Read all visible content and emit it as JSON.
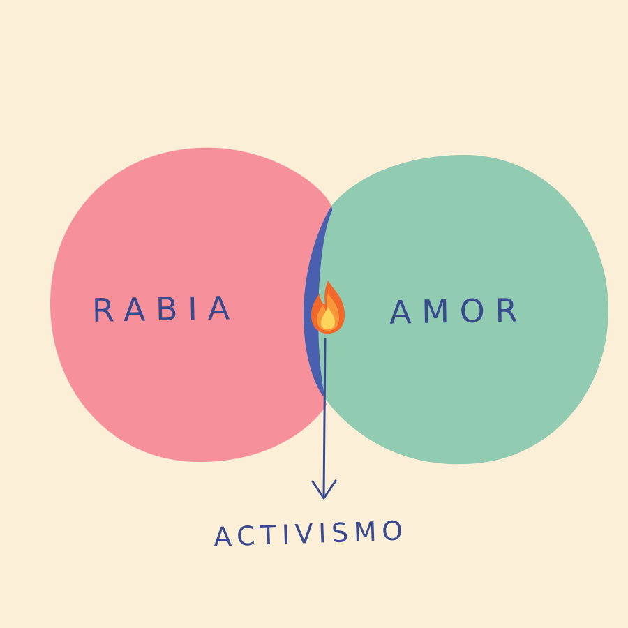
{
  "diagram": {
    "left_label": "RABIA",
    "right_label": "AMOR",
    "result_label": "ACTIVISMO",
    "icon": "fire-icon"
  },
  "colors": {
    "background": "#fcefd8",
    "left_circle": "#f6919b",
    "right_circle": "#91cbb2",
    "overlap": "#4a5fae",
    "ink": "#3a4a8f",
    "flame_outer": "#f2672a",
    "flame_inner": "#ffd45a"
  }
}
